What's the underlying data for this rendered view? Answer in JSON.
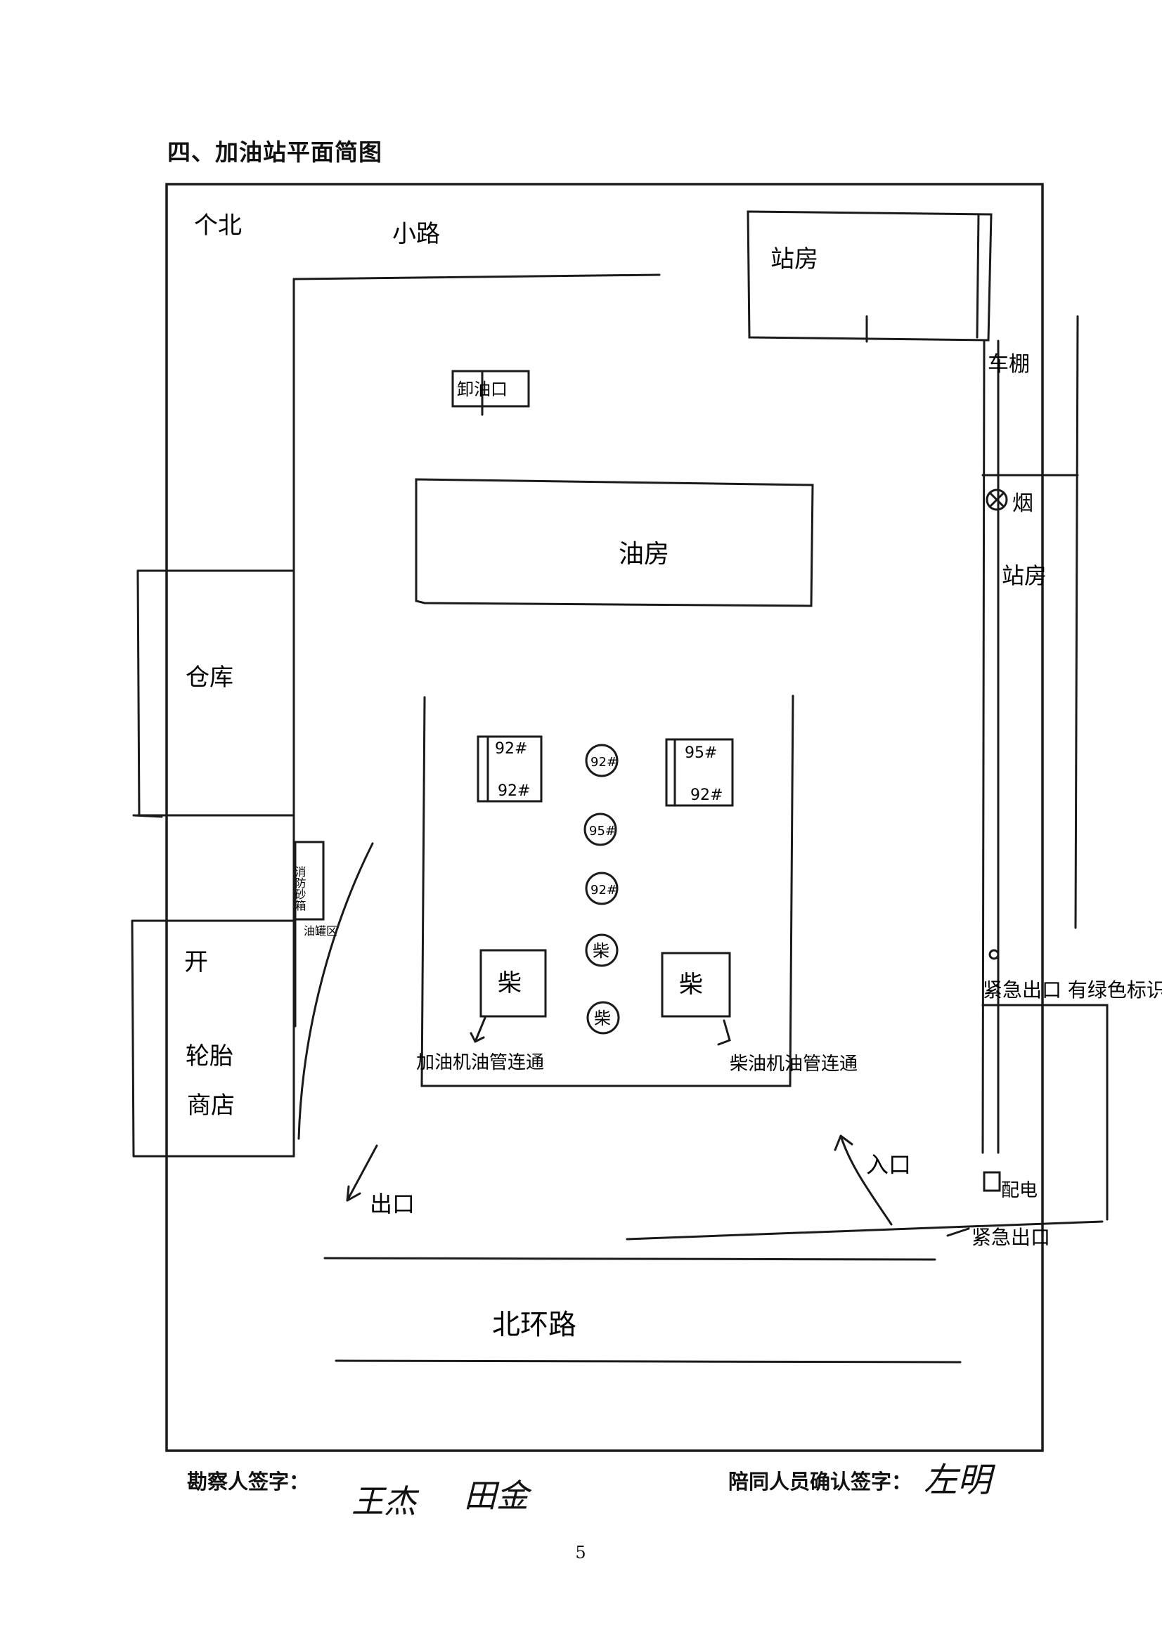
{
  "heading": "四、加油站平面简图",
  "labels": {
    "top_left": "个北",
    "top_road": "小路",
    "top_right_building": "站房",
    "unload_port": "卸油口",
    "canopy": "油房",
    "warehouse": "仓库",
    "right_strip": "车棚",
    "smoking_sign": "烟",
    "right_building": "站房",
    "left_lower_1": "开",
    "left_lower_2": "轮胎",
    "left_lower_3": "商店",
    "left_column_vertical": "消防砂箱",
    "left_column_small": "油罐区",
    "dispenser_1_top": "92#",
    "dispenser_1_bottom": "92#",
    "dispenser_2_top": "95#",
    "dispenser_2_bottom": "92#",
    "nozzle_1": "92#",
    "nozzle_2": "95#",
    "nozzle_3": "92#",
    "nozzle_4": "柴",
    "nozzle_5": "柴",
    "diesel_box_1": "柴",
    "diesel_box_2": "柴",
    "left_note": "加油机油管连通",
    "right_note": "柴油机油管连通",
    "right_mid_note": "紧急出口 有绿色标识",
    "entry": "入口",
    "exit": "出口",
    "right_bottom_box": "配电",
    "right_bottom_note": "紧急出口",
    "bottom_road": "北环路"
  },
  "signatures": {
    "surveyor_label": "勘察人签字：",
    "surveyor_names": [
      "王杰",
      "田金"
    ],
    "companion_label": "陪同人员确认签字：",
    "companion_name": "左明"
  },
  "page_number": "5",
  "stroke_color": "#1a1a1a"
}
